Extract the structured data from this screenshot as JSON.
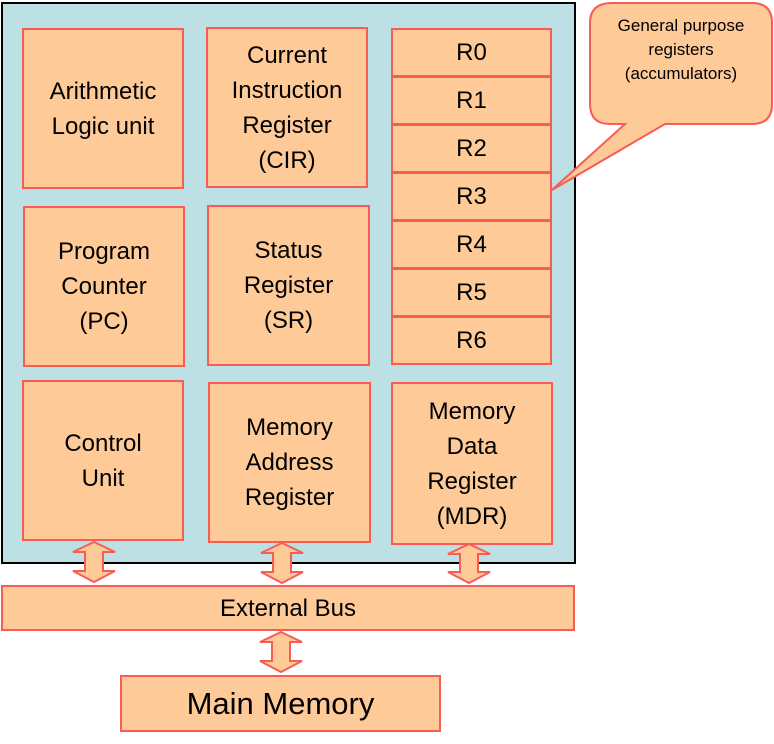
{
  "colors": {
    "cpu_fill": "#BCE0E3",
    "box_fill": "#FECA98",
    "box_border": "#F95B57"
  },
  "cpu": {
    "alu": "Arithmetic Logic unit",
    "cir": "Current Instruction Register (CIR)",
    "pc": "Program Counter (PC)",
    "sr": "Status Register (SR)",
    "cu": "Control Unit",
    "mar": "Memory Address Register",
    "mdr": "Memory Data Register (MDR)",
    "registers": [
      "R0",
      "R1",
      "R2",
      "R3",
      "R4",
      "R5",
      "R6"
    ]
  },
  "callout": "General purpose registers (accumulators)",
  "external_bus": "External Bus",
  "main_memory": "Main Memory"
}
